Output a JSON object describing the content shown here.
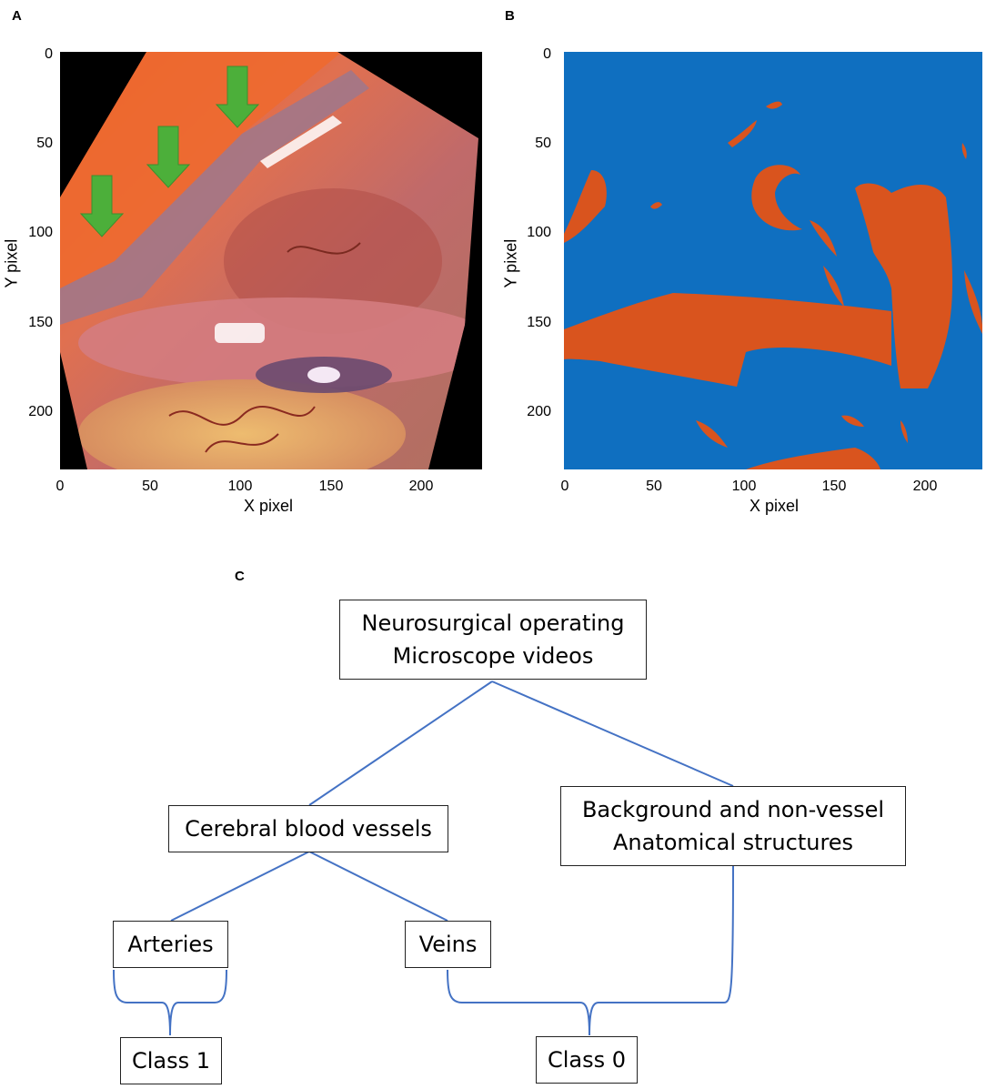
{
  "panels": {
    "a": {
      "letter": "A"
    },
    "b": {
      "letter": "B"
    },
    "c": {
      "letter": "C"
    }
  },
  "image_plots": [
    {
      "id": "A",
      "xlabel": "X pixel",
      "ylabel": "Y pixel",
      "xticks": [
        "0",
        "50",
        "100",
        "150",
        "200"
      ],
      "yticks": [
        "0",
        "50",
        "100",
        "150",
        "200"
      ],
      "xlim": [
        0,
        232
      ],
      "ylim": [
        0,
        232
      ],
      "content": "microscope-video-frame",
      "annotation": "green-arrows"
    },
    {
      "id": "B",
      "xlabel": "X pixel",
      "ylabel": "Y pixel",
      "xticks": [
        "0",
        "50",
        "100",
        "150",
        "200"
      ],
      "yticks": [
        "0",
        "50",
        "100",
        "150",
        "200"
      ],
      "xlim": [
        0,
        232
      ],
      "ylim": [
        0,
        232
      ],
      "content": "segmentation-mask",
      "colors": {
        "background": "#0f6fc0",
        "vessel": "#d9541e"
      }
    }
  ],
  "tree": {
    "root": {
      "line1": "Neurosurgical operating",
      "line2": "Microscope videos"
    },
    "vessels": "Cerebral blood vessels",
    "background": {
      "line1": "Background and non-vessel",
      "line2": "Anatomical structures"
    },
    "arteries": "Arteries",
    "veins": "Veins",
    "class1": "Class 1",
    "class0": "Class 0",
    "line_color": "#4472c4"
  }
}
